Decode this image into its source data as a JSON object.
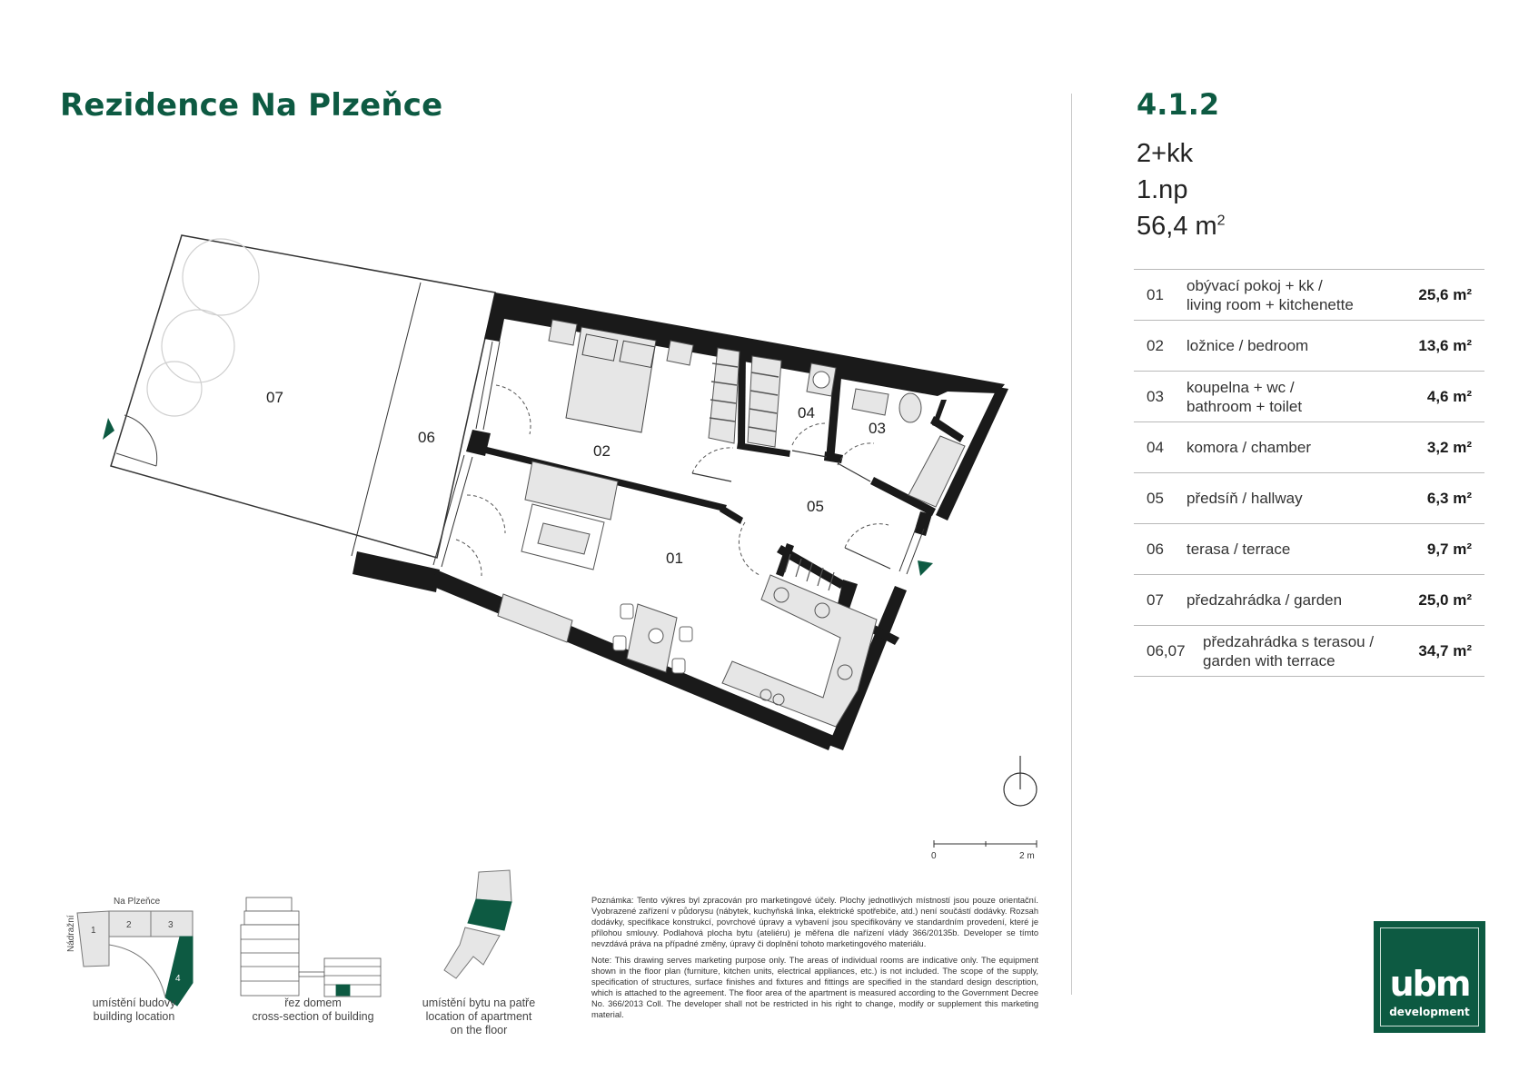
{
  "header": {
    "project_title": "Rezidence Na Plzeňce"
  },
  "unit": {
    "id": "4.1.2",
    "layout": "2+kk",
    "floor": "1.np",
    "area_value": "56,4 m",
    "area_sup": "2"
  },
  "rooms": [
    {
      "num": "01",
      "name_line1": "obývací pokoj + kk /",
      "name_line2": "living room + kitchenette",
      "area": "25,6 m²"
    },
    {
      "num": "02",
      "name_line1": "ložnice / bedroom",
      "name_line2": "",
      "area": "13,6 m²"
    },
    {
      "num": "03",
      "name_line1": "koupelna + wc /",
      "name_line2": "bathroom + toilet",
      "area": "4,6 m²"
    },
    {
      "num": "04",
      "name_line1": "komora / chamber",
      "name_line2": "",
      "area": "3,2 m²"
    },
    {
      "num": "05",
      "name_line1": "předsíň / hallway",
      "name_line2": "",
      "area": "6,3 m²"
    },
    {
      "num": "06",
      "name_line1": "terasa / terrace",
      "name_line2": "",
      "area": "9,7 m²"
    },
    {
      "num": "07",
      "name_line1": "předzahrádka / garden",
      "name_line2": "",
      "area": "25,0 m²"
    },
    {
      "num": "06,07",
      "name_line1": "předzahrádka s terasou /",
      "name_line2": "garden with terrace",
      "area": "34,7 m²"
    }
  ],
  "plan": {
    "labels": {
      "r01": "01",
      "r02": "02",
      "r03": "03",
      "r04": "04",
      "r05": "05",
      "r06": "06",
      "r07": "07"
    },
    "scale_bar": {
      "start": "0",
      "end": "2 m"
    },
    "accent_color": "#0d5a42",
    "wall_color": "#1a1a1a",
    "furniture_color": "#e6e6e6"
  },
  "diagrams": {
    "building_location": {
      "street_top": "Na Plzeňce",
      "street_left": "Nádražní",
      "blocks": [
        "1",
        "2",
        "3",
        "4"
      ],
      "caption_cz": "umístění budovy",
      "caption_en": "building location"
    },
    "cross_section": {
      "caption_cz": "řez domem",
      "caption_en": "cross-section of building"
    },
    "floor_location": {
      "caption_cz": "umístění bytu na patře",
      "caption_en": "location of apartment",
      "caption_en2": "on the floor"
    }
  },
  "notes": {
    "cz": "Poznámka: Tento výkres byl zpracován pro marketingové účely. Plochy jednotlivých místností jsou pouze orientační. Vyobrazené zařízení v půdorysu (nábytek, kuchyňská linka, elektrické spotřebiče, atd.) není součástí dodávky. Rozsah dodávky, specifikace konstrukcí, povrchové úpravy a vybavení jsou specifikovány ve standardním provedení, které je přílohou smlouvy. Podlahová plocha bytu (ateliéru) je měřena dle nařízení vlády 366/20135b. Developer se tímto nevzdává práva na případné změny, úpravy či doplnění tohoto marketingového materiálu.",
    "en": "Note: This drawing serves marketing purpose only. The areas of individual rooms are indicative only. The equipment shown in the floor plan (furniture, kitchen units, electrical appliances, etc.) is not included. The scope of the supply, specification of structures, surface finishes and fixtures and fittings are specified in the standard design description, which is attached to the agreement. The floor area of the apartment is measured according to the Government Decree No. 366/2013 Coll. The developer shall not be restricted in his right to change, modify or supplement this marketing material."
  },
  "logo": {
    "mark": "ubm",
    "subtitle": "development"
  }
}
